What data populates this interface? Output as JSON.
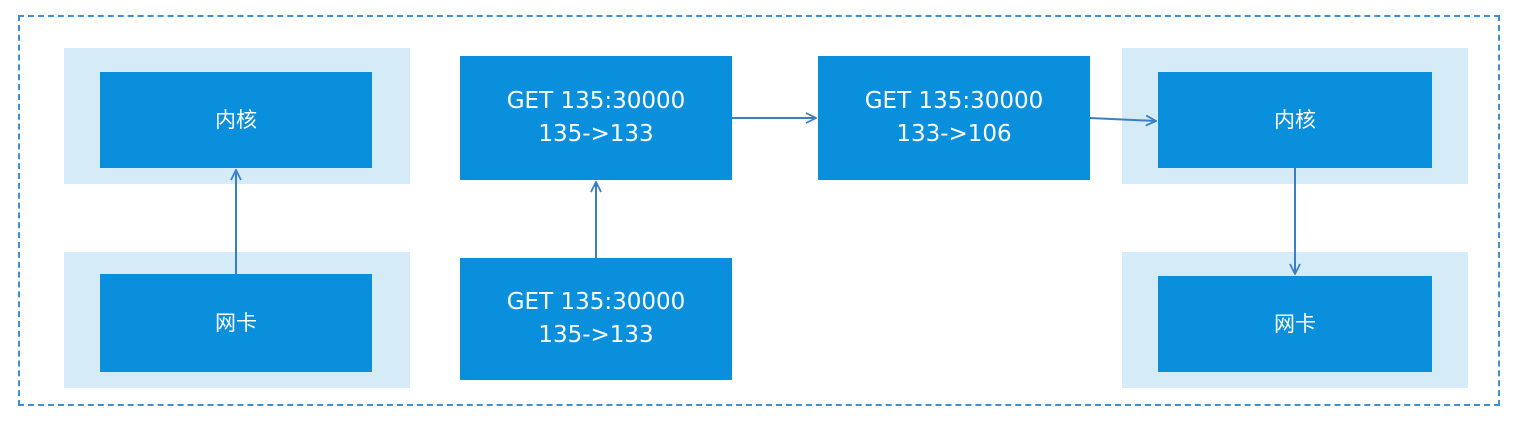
{
  "nodes": {
    "left_kernel": {
      "label": "内核"
    },
    "left_nic": {
      "label": "网卡"
    },
    "packet_top": {
      "line1": "GET 135:30000",
      "line2": "135->133"
    },
    "packet_bottom": {
      "line1": "GET 135:30000",
      "line2": "135->133"
    },
    "packet_nat": {
      "line1": "GET 135:30000",
      "line2": "133->106"
    },
    "right_kernel": {
      "label": "内核"
    },
    "right_nic": {
      "label": "网卡"
    }
  },
  "colors": {
    "node_fill": "#0a8fdc",
    "halo_fill": "#d5ebf8",
    "edge": "#3a7fc4",
    "frame_border": "#3f8fd0"
  }
}
